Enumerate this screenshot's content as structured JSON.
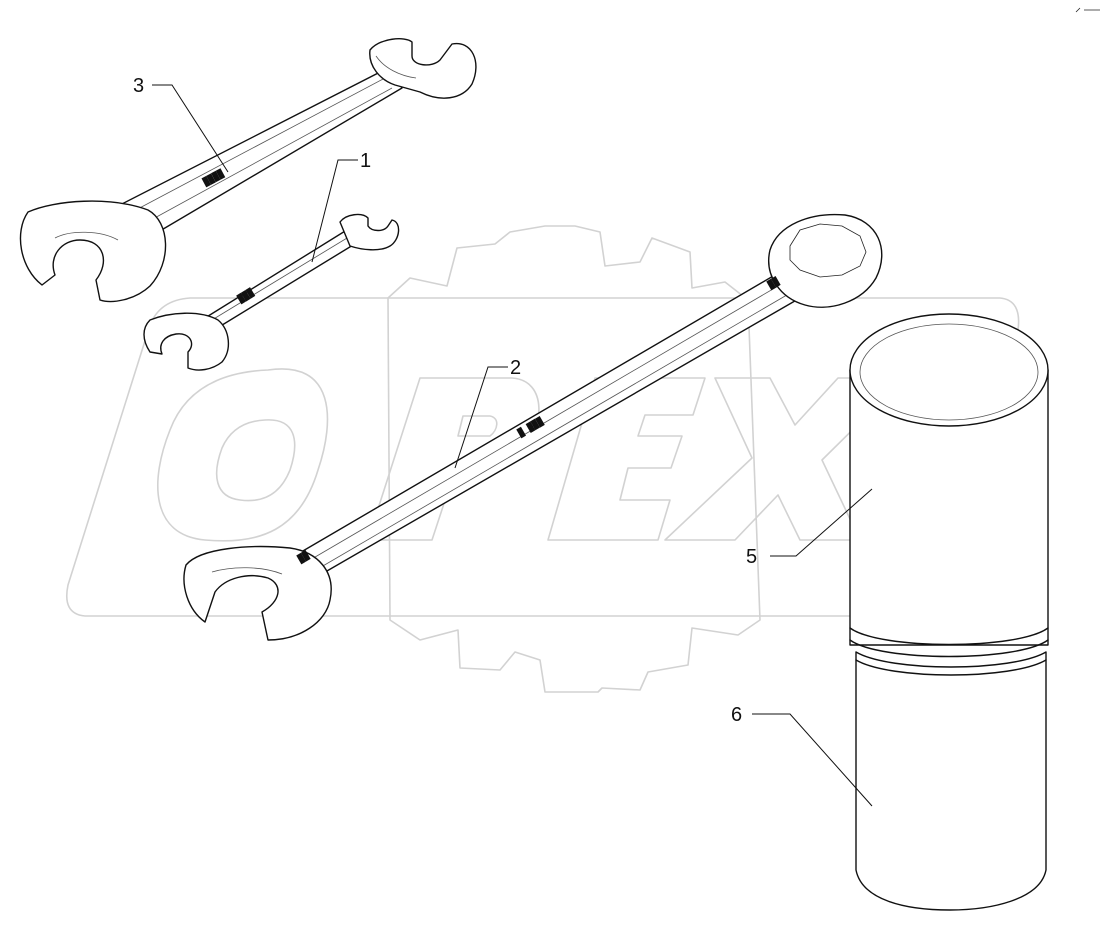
{
  "diagram": {
    "watermark_text": "OPEX",
    "callouts": [
      {
        "id": "1",
        "label": "1"
      },
      {
        "id": "2",
        "label": "2"
      },
      {
        "id": "3",
        "label": "3"
      },
      {
        "id": "5",
        "label": "5"
      },
      {
        "id": "6",
        "label": "6"
      }
    ],
    "parts": [
      {
        "callout": "1",
        "icon": "small-open-end-wrench-icon"
      },
      {
        "callout": "2",
        "icon": "combination-wrench-icon"
      },
      {
        "callout": "3",
        "icon": "large-open-end-wrench-icon"
      },
      {
        "callout": "5",
        "icon": "tool-case-lid-icon"
      },
      {
        "callout": "6",
        "icon": "tool-case-body-icon"
      }
    ]
  }
}
